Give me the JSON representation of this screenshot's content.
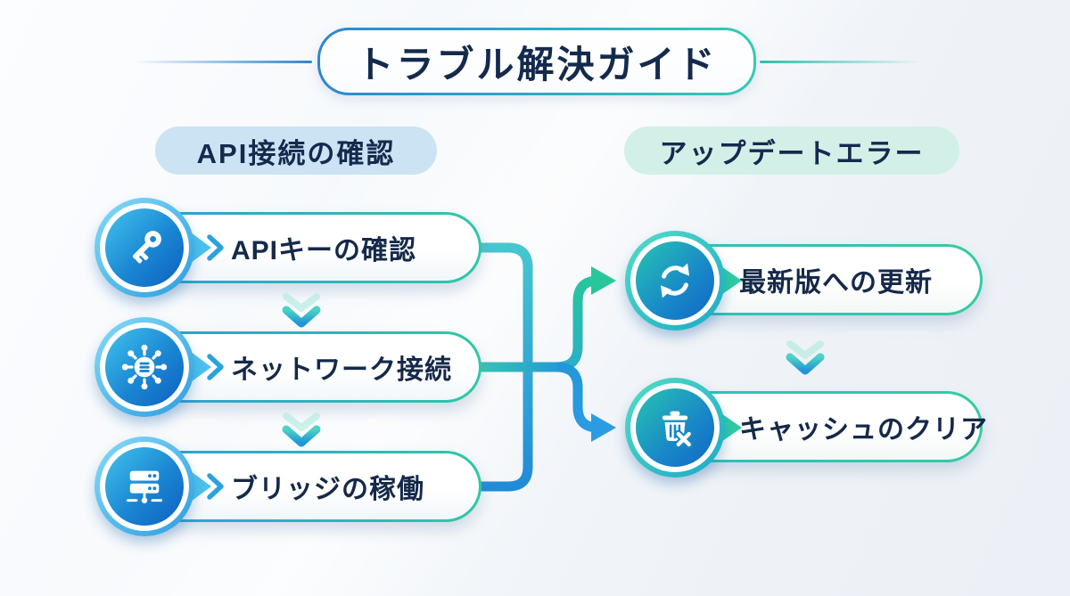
{
  "title": {
    "text": "トラブル解決ガイド"
  },
  "sections": {
    "left": {
      "header": "API接続の確認",
      "items": [
        {
          "label": "APIキーの確認",
          "icon": "key-icon"
        },
        {
          "label": "ネットワーク接続",
          "icon": "network-hub-icon"
        },
        {
          "label": "ブリッジの稼働",
          "icon": "server-icon"
        }
      ]
    },
    "right": {
      "header": "アップデートエラー",
      "items": [
        {
          "label": "最新版への更新",
          "icon": "sync-icon"
        },
        {
          "label": "キャッシュのクリア",
          "icon": "trash-delete-icon"
        }
      ]
    }
  },
  "colors": {
    "accent_blue": "#1e88d8",
    "accent_teal": "#2fc7a6",
    "text_navy": "#142a4d",
    "header_left_bg": "#cbe3f3",
    "header_right_bg": "#d2f0e8",
    "arrow_up_green": "#27c79a",
    "arrow_down_blue": "#2b9ce4"
  }
}
